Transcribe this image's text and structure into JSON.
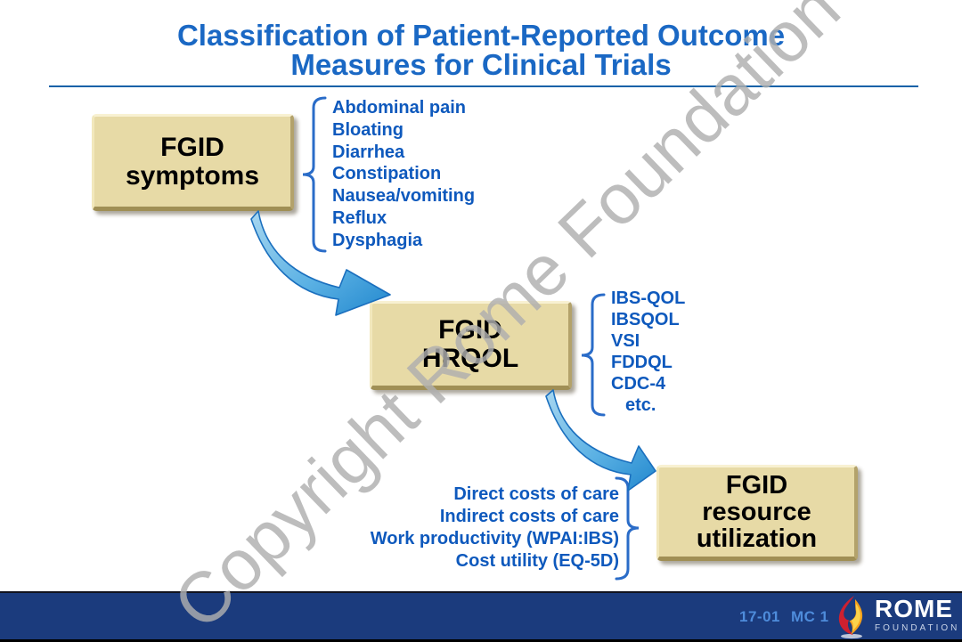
{
  "title": {
    "line1": "Classification of Patient-Reported Outcome",
    "line2": "Measures for Clinical Trials"
  },
  "watermark": "Copyright Rome Foundation",
  "boxes": {
    "symptoms": {
      "line1": "FGID",
      "line2": "symptoms"
    },
    "hrqol": {
      "line1": "FGID",
      "line2": "HRQOL"
    },
    "resource": {
      "line1": "FGID",
      "line2": "resource",
      "line3": "utilization"
    }
  },
  "symptom_list": {
    "items": [
      "Abdominal pain",
      "Bloating",
      "Diarrhea",
      "Constipation",
      "Nausea/vomiting",
      "Reflux",
      "Dysphagia"
    ]
  },
  "hrqol_list": {
    "items": [
      "IBS-QOL",
      "IBSQOL",
      "VSI",
      "FDDQL",
      "CDC-4",
      "etc."
    ]
  },
  "resource_list": {
    "items": [
      "Direct costs of care",
      "Indirect costs of care",
      "Work productivity (WPAI:IBS)",
      "Cost utility (EQ-5D)"
    ]
  },
  "footer": {
    "slide_code": "17-01",
    "slide_ref": "MC 1",
    "logo_name": "ROME",
    "logo_sub": "FOUNDATION"
  },
  "icons": {
    "arrow": "curved-arrow",
    "bracket": "curly-bracket",
    "flame": "rome-flame"
  },
  "colors": {
    "title_blue": "#1A68C4",
    "list_blue": "#0E59BD",
    "bracket_blue": "#2A6CC8",
    "arrow_light": "#A8D7F0",
    "arrow_dark": "#2B8FD4",
    "box_tan": "#E7DAA6",
    "bar_navy": "#1B3B7D",
    "footer_text_blue": "#4E8CDB",
    "watermark_gray": "#AFAFAF"
  }
}
